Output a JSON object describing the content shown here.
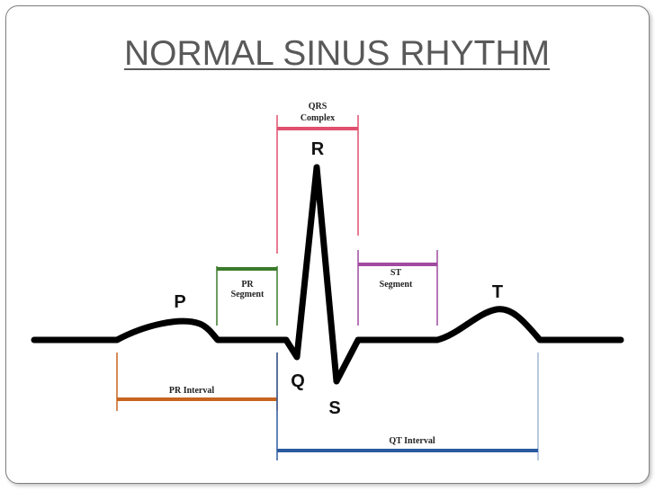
{
  "slide": {
    "title": "NORMAL SINUS RHYTHM"
  },
  "waves": {
    "p": "P",
    "q": "Q",
    "r": "R",
    "s": "S",
    "t": "T"
  },
  "segments": {
    "qrs_complex": {
      "line1": "QRS",
      "line2": "Complex",
      "color": "#e0506e"
    },
    "pr_segment": {
      "line1": "PR",
      "line2": "Segment",
      "color": "#3a7a2a"
    },
    "st_segment": {
      "line1": "ST",
      "line2": "Segment",
      "color": "#a04aa0"
    }
  },
  "intervals": {
    "pr_interval": {
      "label": "PR Interval",
      "color": "#c8641e"
    },
    "qt_interval": {
      "label": "QT Interval",
      "color": "#2c5aa0"
    }
  },
  "trace_color": "#000000"
}
